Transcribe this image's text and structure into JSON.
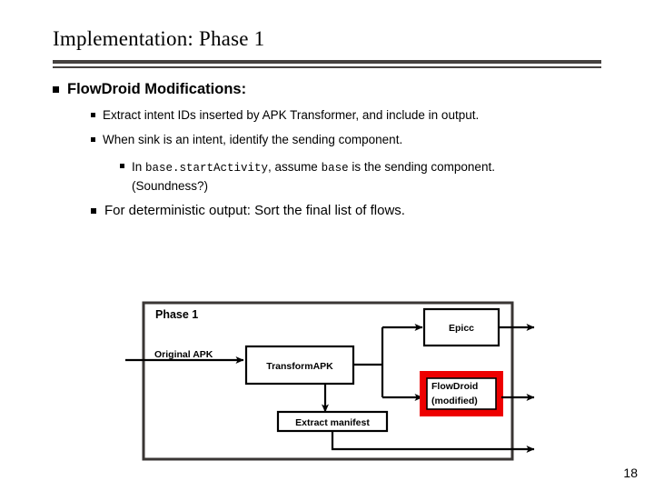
{
  "slide": {
    "title": "Implementation: Phase 1",
    "page_number": "18"
  },
  "bullets": {
    "level1": "FlowDroid Modifications:",
    "extract": "Extract intent IDs inserted by APK Transformer, and include in output.",
    "sink": "When sink is an intent, identify the sending component.",
    "base_prefix": "In ",
    "base_code1": "base.startActivity",
    "base_mid": ", assume ",
    "base_code2": "base",
    "base_suffix": " is the sending component.",
    "soundness": "(Soundness?)",
    "deterministic": "For deterministic output: Sort the final list of flows."
  },
  "diagram": {
    "container_label": "Phase 1",
    "input_label": "Original APK",
    "boxes": {
      "transform": "TransformAPK",
      "epicc": "Epicc",
      "flowdroid_line1": "FlowDroid",
      "flowdroid_line2": "(modified)",
      "extract_manifest": "Extract manifest"
    },
    "colors": {
      "highlight": "#ee0000",
      "line": "#000000",
      "container_border": "#3a3634"
    }
  }
}
